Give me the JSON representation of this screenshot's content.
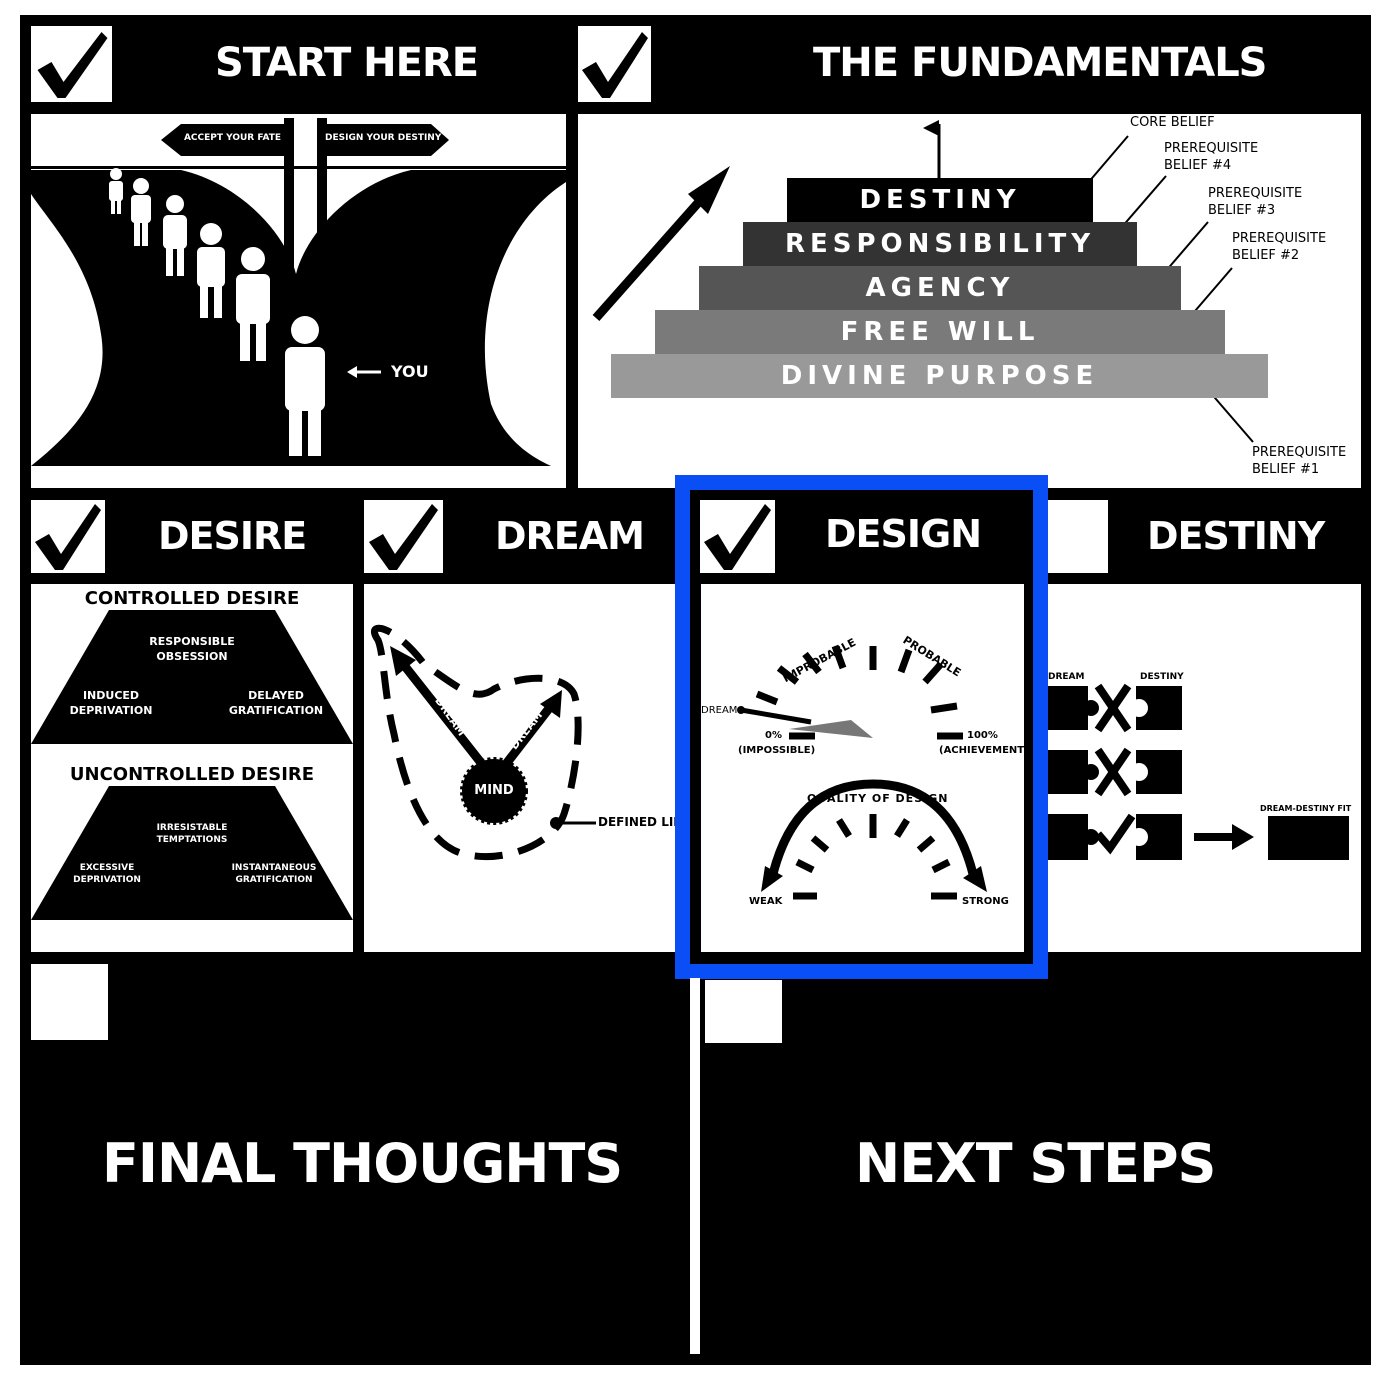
{
  "sections": {
    "start_here": {
      "title": "START HERE",
      "checked": true,
      "sign_left": "ACCEPT YOUR FATE",
      "sign_right": "DESIGN YOUR DESTINY",
      "you_label": "YOU"
    },
    "fundamentals": {
      "title": "THE FUNDAMENTALS",
      "checked": true,
      "stairs": [
        "DESTINY",
        "RESPONSIBILITY",
        "AGENCY",
        "FREE WILL",
        "DIVINE PURPOSE"
      ],
      "callouts": [
        {
          "line1": "CORE BELIEF",
          "line2": ""
        },
        {
          "line1": "PREREQUISITE",
          "line2": "BELIEF #4"
        },
        {
          "line1": "PREREQUISITE",
          "line2": "BELIEF #3"
        },
        {
          "line1": "PREREQUISITE",
          "line2": "BELIEF #2"
        },
        {
          "line1": "PREREQUISITE",
          "line2": "BELIEF #1"
        }
      ]
    },
    "desire": {
      "title": "DESIRE",
      "checked": true,
      "controlled": {
        "heading": "CONTROLLED DESIRE",
        "top": "RESPONSIBLE OBSESSION",
        "left": "INDUCED DEPRIVATION",
        "right": "DELAYED GRATIFICATION"
      },
      "uncontrolled": {
        "heading": "UNCONTROLLED DESIRE",
        "top": "IRRESISTABLE TEMPTATIONS",
        "left": "EXCESSIVE DEPRIVATION",
        "right": "INSTANTANEOUS GRATIFICATION"
      }
    },
    "dream": {
      "title": "DREAM",
      "checked": true,
      "center": "MIND",
      "arrow1": "DREAM",
      "arrow2": "DREAM",
      "limit": "DEFINED LIM"
    },
    "design": {
      "title": "DESIGN",
      "checked": true,
      "selected": true,
      "gauge_top": {
        "improbable": "IMPROBABLE",
        "probable": "PROBABLE",
        "pointer": "DREAM",
        "min": "0%",
        "min_sub": "(IMPOSSIBLE)",
        "max": "100%",
        "max_sub": "(ACHIEVEMENT)"
      },
      "gauge_bottom": {
        "title": "QUALITY OF DESIGN",
        "left": "WEAK",
        "right": "STRONG"
      }
    },
    "destiny": {
      "title": "DESTINY",
      "checked": false,
      "col1": "DREAM",
      "col2": "DESTINY",
      "fit": "DREAM-DESTINY FIT"
    },
    "final_thoughts": {
      "title": "FINAL THOUGHTS",
      "checked": false
    },
    "next_steps": {
      "title": "NEXT STEPS",
      "checked": false
    }
  },
  "colors": {
    "background": "#000000",
    "panel": "#ffffff",
    "selection": "#0a4ff5",
    "stair1": "#000000",
    "stair2": "#333333",
    "stair3": "#555555",
    "stair4": "#7a7a7a",
    "stair5": "#999999"
  }
}
